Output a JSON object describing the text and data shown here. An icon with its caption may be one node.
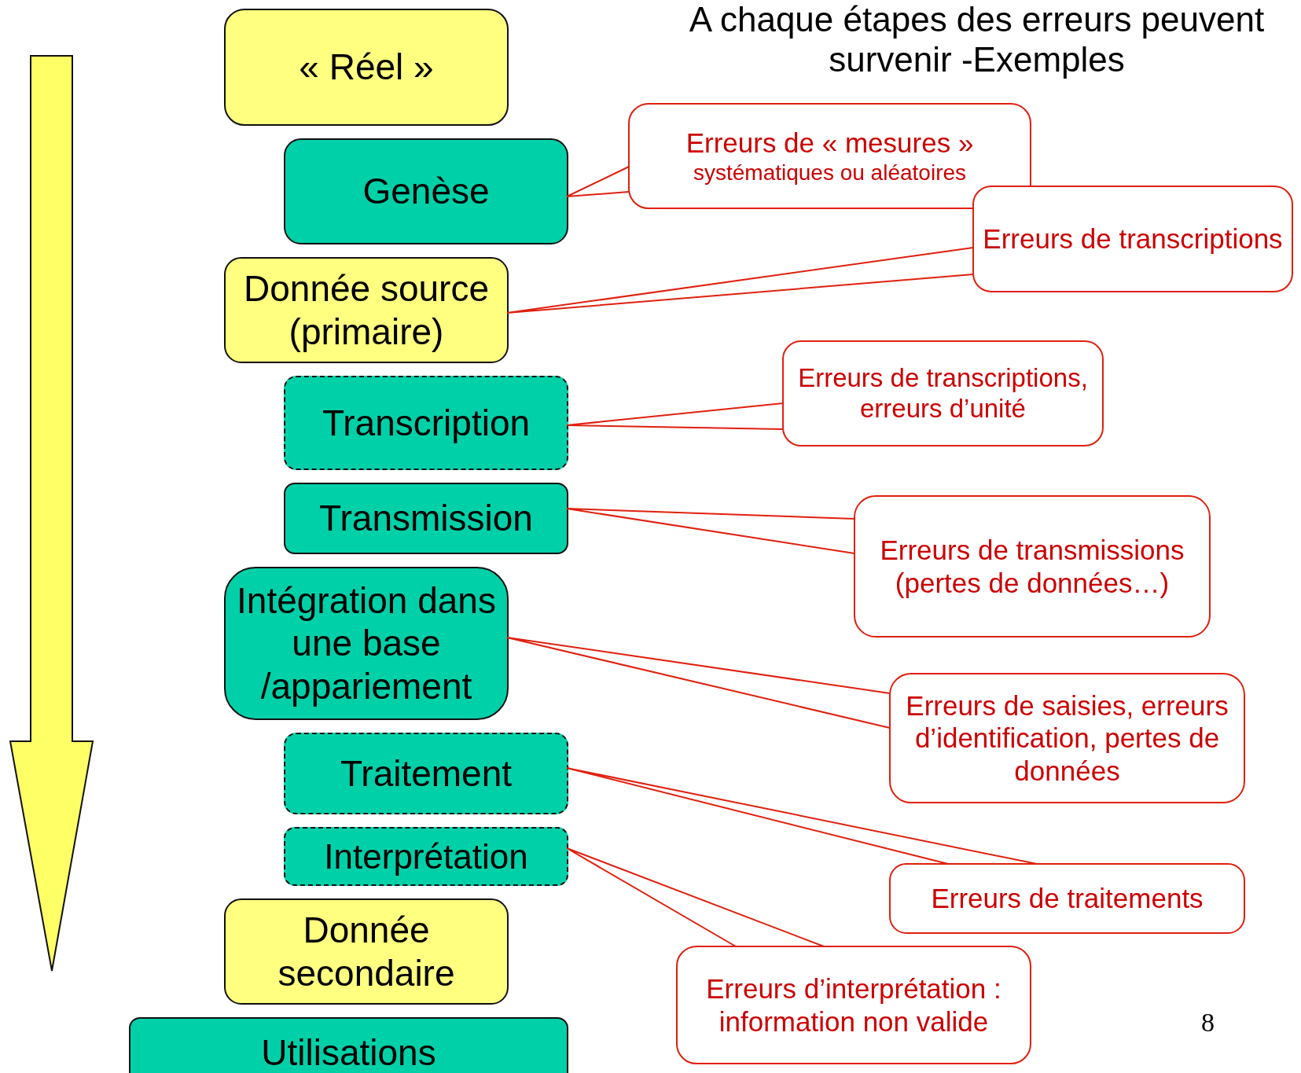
{
  "diagram": {
    "title": "A chaque étapes des erreurs peuvent survenir -Exemples",
    "nodes": [
      {
        "text": [
          "« Réel »"
        ]
      },
      {
        "text": [
          "Genèse"
        ]
      },
      {
        "text": [
          "Donnée source (primaire)"
        ]
      },
      {
        "text": [
          "Transcription"
        ]
      },
      {
        "text": [
          "Transmission"
        ]
      },
      {
        "text": [
          "Intégration dans une base /appariement"
        ]
      },
      {
        "text": [
          "Traitement"
        ]
      },
      {
        "text": [
          "Interprétation"
        ]
      },
      {
        "text": [
          "Donnée secondaire"
        ]
      },
      {
        "text": [
          "Utilisations"
        ]
      },
      {
        "text": [
          "Erreurs de « mesures »",
          "systématiques ou aléatoires"
        ]
      },
      {
        "text": [
          "Erreurs de transcriptions"
        ]
      },
      {
        "text": [
          "Erreurs de transcriptions, erreurs d’unité"
        ]
      },
      {
        "text": [
          "Erreurs de transmissions (pertes de données…)"
        ]
      },
      {
        "text": [
          "Erreurs de saisies, erreurs d’identification, pertes de données"
        ]
      },
      {
        "text": [
          "Erreurs de traitements"
        ]
      },
      {
        "text": [
          "Erreurs d’interprétation : information non valide"
        ]
      }
    ],
    "edges": [
      {
        "from": 10,
        "to": 1,
        "arrow": "none"
      },
      {
        "from": 11,
        "to": 2,
        "arrow": "none"
      },
      {
        "from": 12,
        "to": 3,
        "arrow": "none"
      },
      {
        "from": 13,
        "to": 4,
        "arrow": "none"
      },
      {
        "from": 14,
        "to": 5,
        "arrow": "none"
      },
      {
        "from": 15,
        "to": 6,
        "arrow": "none"
      },
      {
        "from": 16,
        "to": 7,
        "arrow": "none"
      }
    ],
    "labels": [
      "8"
    ]
  }
}
